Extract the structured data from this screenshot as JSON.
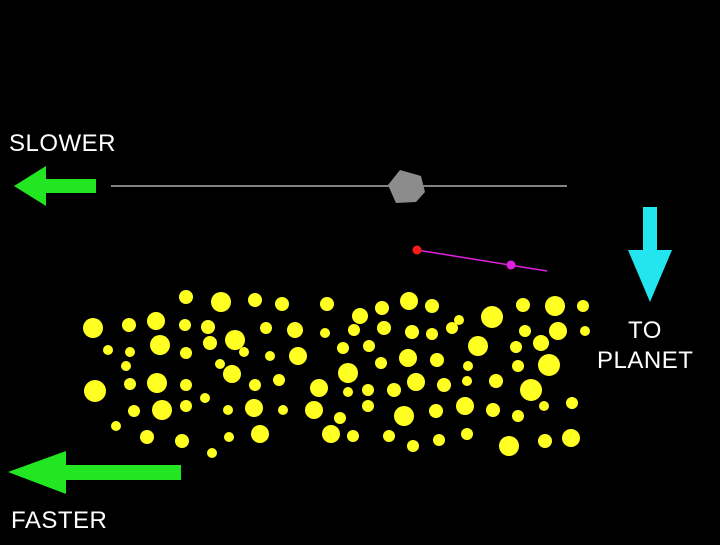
{
  "labels": {
    "slower": "SLOWER",
    "faster": "FASTER",
    "to_planet_line1": "TO",
    "to_planet_line2": "PLANET"
  },
  "colors": {
    "background": "#000000",
    "text": "#ffffff",
    "arrow_green": "#22e622",
    "arrow_cyan": "#22e5f0",
    "particle_yellow": "#ffff22",
    "rock": "#8c8c8c",
    "trajectory": "#e020e0",
    "red_point": "#ff1a1a",
    "magenta_point": "#e020e0",
    "track_line": "#cfcfcf"
  },
  "icons": {
    "slower_arrow": "left-arrow-green",
    "faster_arrow": "left-arrow-green",
    "planet_arrow": "down-arrow-cyan",
    "rock": "gray-pentagon"
  }
}
